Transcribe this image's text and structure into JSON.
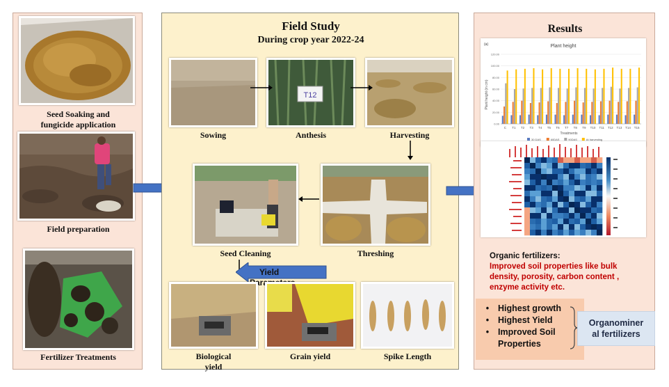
{
  "left": {
    "captions": [
      "Seed Soaking and fungicide application",
      "Field preparation",
      "Fertilizer Treatments"
    ],
    "seed_line1": "Seed Soaking and",
    "seed_line2": "fungicide application",
    "field_prep": "Field preparation",
    "fert": "Fertilizer Treatments"
  },
  "middle": {
    "title": "Field Study",
    "subtitle": "During crop year 2022-24",
    "steps": {
      "sowing": "Sowing",
      "anthesis": "Anthesis",
      "harvesting": "Harvesting",
      "seed_cleaning": "Seed Cleaning",
      "threshing": "Threshing",
      "biological_line1": "Biological",
      "biological_line2": "yield",
      "grain_yield": "Grain yield",
      "spike_length": "Spike Length"
    },
    "tag_text": "T12",
    "yield_arrow_line1": "Yield",
    "yield_arrow_line2": "Parameters"
  },
  "right": {
    "title": "Results",
    "plant_chart": {
      "panel_label": "(a)",
      "title": "Plant height",
      "ylabel": "Plant height (in cm)",
      "xlabel": "Treatments",
      "yticks": [
        "120.00",
        "100.00",
        "80.00",
        "60.00",
        "40.00",
        "20.00",
        "0.00"
      ],
      "legend": [
        "30 DAS",
        "60DAS",
        "90DAS",
        "At harvesting"
      ]
    },
    "organic_heading": "Organic fertilizers:",
    "organic_line1": "Improved soil properties like bulk",
    "organic_line2": "density, porosity, carbon content ,",
    "organic_line3": "enzyme activity etc.",
    "bullets": [
      "Highest growth",
      "Highest Yield",
      "Improved Soil"
    ],
    "bullet3_line2": "Properties",
    "organo_line1": "Organominer",
    "organo_line2": "al fertilizers"
  },
  "chart_data": {
    "type": "bar",
    "title": "Plant height",
    "xlabel": "Treatments",
    "ylabel": "Plant height (in cm)",
    "ylim": [
      0,
      120
    ],
    "categories": [
      "C",
      "T1",
      "T2",
      "T3",
      "T4",
      "T5",
      "T6",
      "T7",
      "T8",
      "T9",
      "T10",
      "T11",
      "T12",
      "T13",
      "T14",
      "T15"
    ],
    "series": [
      {
        "name": "30 DAS",
        "color": "#5b7bc0",
        "values": [
          14,
          15,
          15,
          16,
          15,
          16,
          16,
          15,
          16,
          16,
          15,
          15,
          16,
          16,
          15,
          16
        ]
      },
      {
        "name": "60DAS",
        "color": "#ed7d31",
        "values": [
          30,
          38,
          40,
          36,
          37,
          39,
          36,
          38,
          40,
          37,
          38,
          39,
          40,
          38,
          39,
          40
        ]
      },
      {
        "name": "90DAS",
        "color": "#a5a5a5",
        "values": [
          70,
          60,
          61,
          62,
          62,
          63,
          62,
          61,
          63,
          62,
          61,
          62,
          64,
          61,
          62,
          63
        ]
      },
      {
        "name": "At harvesting",
        "color": "#ffc000",
        "values": [
          92,
          94,
          95,
          96,
          94,
          96,
          95,
          95,
          96,
          95,
          94,
          95,
          97,
          95,
          95,
          97
        ]
      }
    ],
    "legend_position": "bottom"
  },
  "colors": {
    "left_bg": "#fbe4d8",
    "mid_bg": "#fdf1cc",
    "arrow_blue": "#4472c4",
    "red_text": "#c00000",
    "organo_box": "#dce6f2",
    "bullet_box": "#f8cbad"
  }
}
